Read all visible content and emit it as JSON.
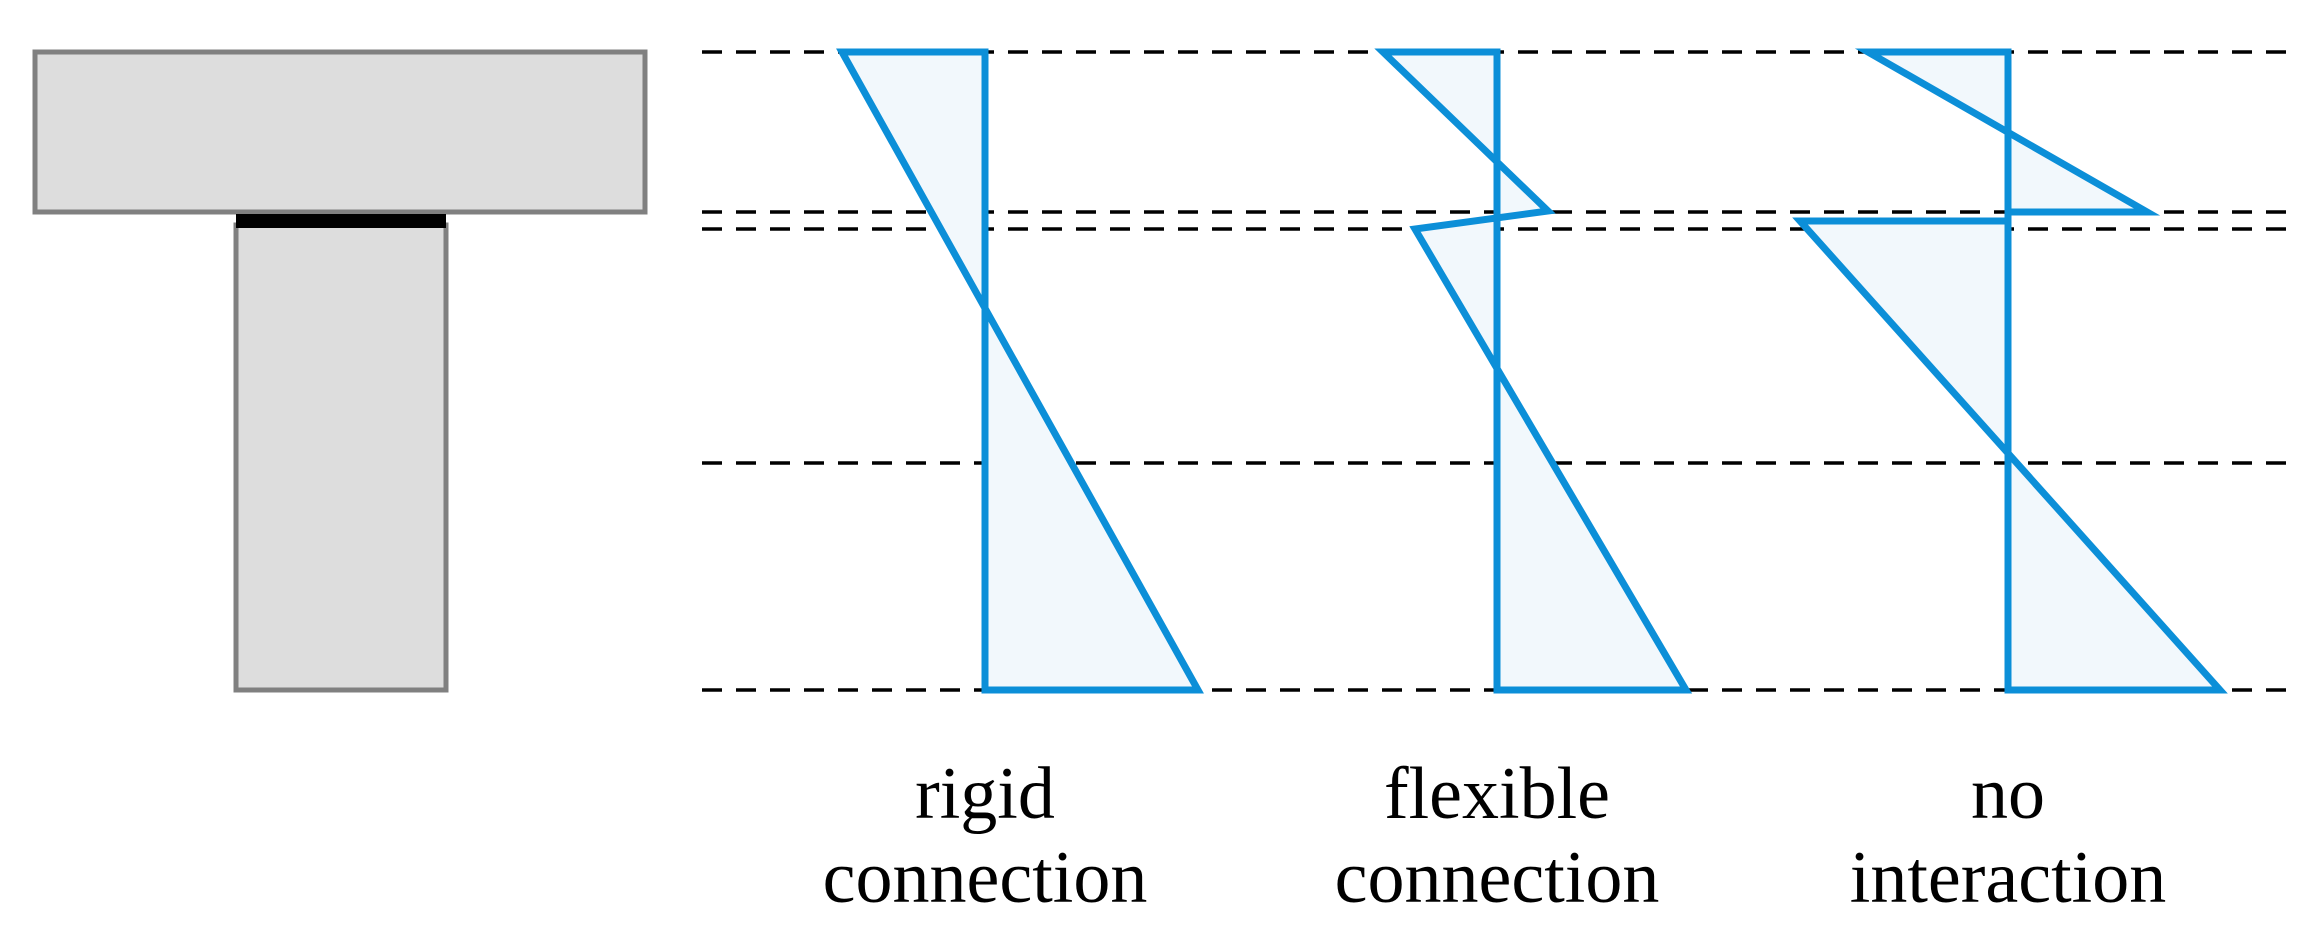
{
  "colors": {
    "profile_stroke": "#0c8fd8",
    "profile_fill": "#f2f8fc",
    "section_fill": "#dddddd",
    "section_stroke": "#808080",
    "interface_layer": "#000000",
    "guide_lines": "#000000"
  },
  "cases": [
    {
      "caption_line1": "rigid",
      "caption_line2": "connection"
    },
    {
      "caption_line1": "flexible",
      "caption_line2": "connection"
    },
    {
      "caption_line1": "no",
      "caption_line2": "interaction"
    }
  ]
}
